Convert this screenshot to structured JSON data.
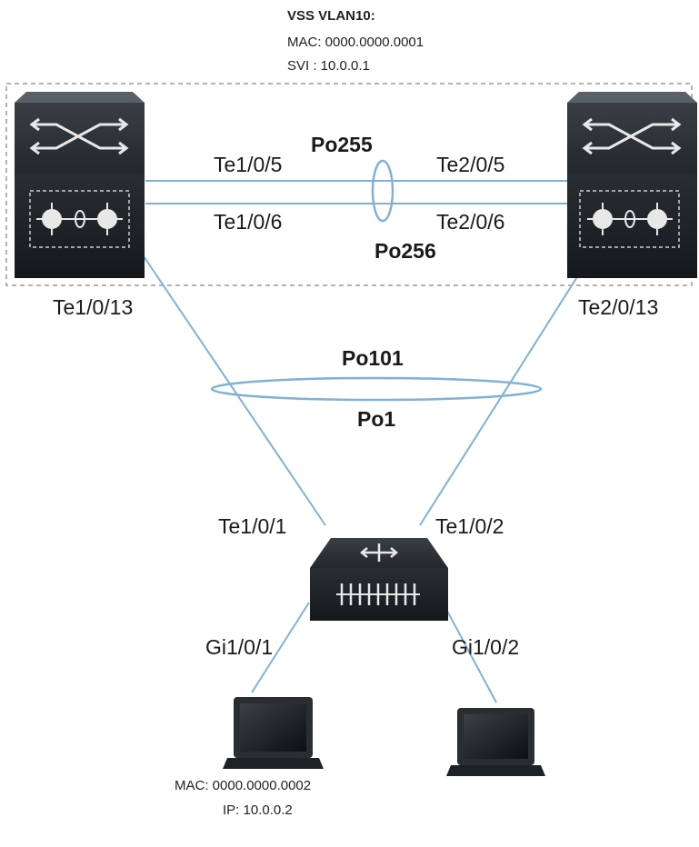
{
  "vss": {
    "title": "VSS VLAN10:",
    "mac": "MAC: 0000.0000.0001",
    "svi": "SVI   : 10.0.0.1"
  },
  "links": {
    "left_top": "Te1/0/5",
    "left_bottom": "Te1/0/6",
    "right_top": "Te2/0/5",
    "right_bottom": "Te2/0/6",
    "po_top": "Po255",
    "po_bottom": "Po256",
    "left_uplink": "Te1/0/13",
    "right_uplink": "Te2/0/13",
    "po_upper": "Po101",
    "po_lower": "Po1",
    "access_left": "Te1/0/1",
    "access_right": "Te1/0/2",
    "host_left_port": "Gi1/0/1",
    "host_right_port": "Gi1/0/2"
  },
  "host": {
    "mac": "MAC: 0000.0000.0002",
    "ip": "IP: 10.0.0.2"
  },
  "icons": {
    "core_switch": "core-switch-icon",
    "access_switch": "access-switch-icon",
    "laptop": "laptop-icon"
  },
  "colors": {
    "link": "#7fb2d6",
    "device_dark": "#1e2227",
    "device_mid": "#2f343a",
    "vss_border": "#9a9a9a"
  }
}
